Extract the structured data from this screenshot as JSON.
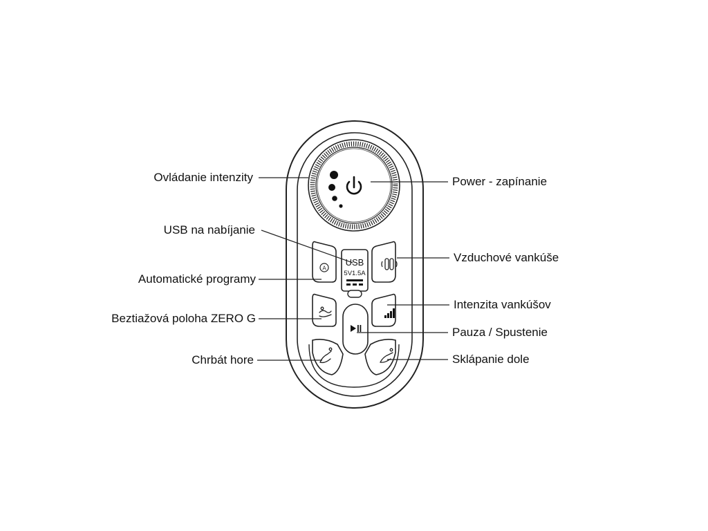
{
  "labels": {
    "intensity_control": "Ovládanie intenzity",
    "usb_charging": "USB na nabíjanie",
    "auto_programs": "Automatické programy",
    "zero_g": "Beztiažová poloha ZERO G",
    "back_up": "Chrbát hore",
    "power": "Power - zapínanie",
    "air_cushions": "Vzduchové vankúše",
    "cushion_intensity": "Intenzita vankúšov",
    "pause_start": "Pauza / Spustenie",
    "recline_down": "Sklápanie dole"
  },
  "device": {
    "usb_label": "USB",
    "usb_spec": "5V1.5A"
  }
}
